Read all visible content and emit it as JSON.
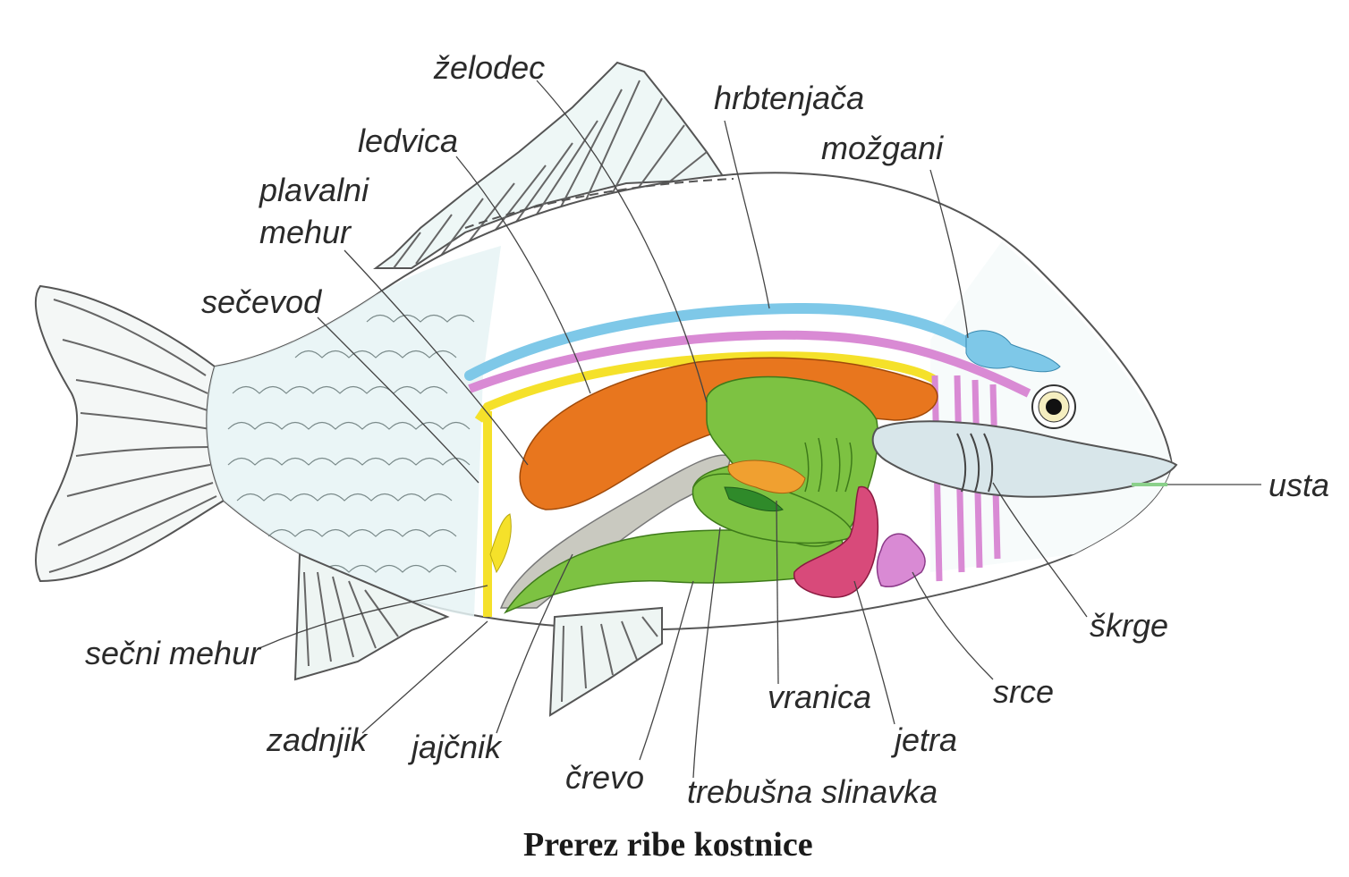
{
  "caption": "Prerez ribe kostnice",
  "labels": {
    "zelodec": "želodec",
    "hrbtenjaca": "hrbtenjača",
    "ledvica": "ledvica",
    "mozgani": "možgani",
    "plavalni_1": "plavalni",
    "plavalni_2": "mehur",
    "secevod": "sečevod",
    "usta": "usta",
    "skrge": "škrge",
    "srce": "srce",
    "secni_mehur": "sečni mehur",
    "vranica": "vranica",
    "jetra": "jetra",
    "zadnjik": "zadnjik",
    "jajcnik": "jajčnik",
    "crevo": "črevo",
    "trebusna_slinavka": "trebušna slinavka"
  },
  "colors": {
    "kidney": "#e8761e",
    "stomach": "#7dc242",
    "spinal_cord": "#7ec8e8",
    "backbone": "#d98ad4",
    "swim_bladder_wall": "#f5e12a",
    "liver": "#d84a7a",
    "heart": "#d98ad4",
    "pancreas": "#f0a030",
    "ovary": "#c9c9c0"
  }
}
